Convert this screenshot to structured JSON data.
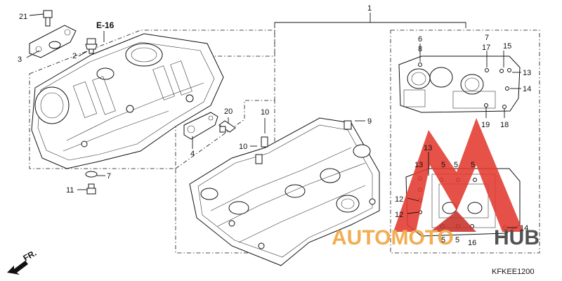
{
  "diagram": {
    "code": "KFKEE1200",
    "ref_label": "E-16",
    "direction_label": "FR.",
    "group_label": "1",
    "callouts": [
      "21",
      "3",
      "2",
      "4",
      "20",
      "7",
      "11",
      "10",
      "10",
      "9",
      "6",
      "8",
      "7",
      "17",
      "15",
      "13",
      "14",
      "19",
      "18",
      "13",
      "13",
      "5",
      "5",
      "5",
      "12",
      "12",
      "5",
      "5",
      "16",
      "14"
    ]
  },
  "watermark": {
    "text_auto": "AUTOMOTO",
    "text_hub": "HUB",
    "colors": {
      "red": "#e23a2f",
      "orange": "#f2a23a",
      "dark": "#3b3b3b"
    }
  }
}
